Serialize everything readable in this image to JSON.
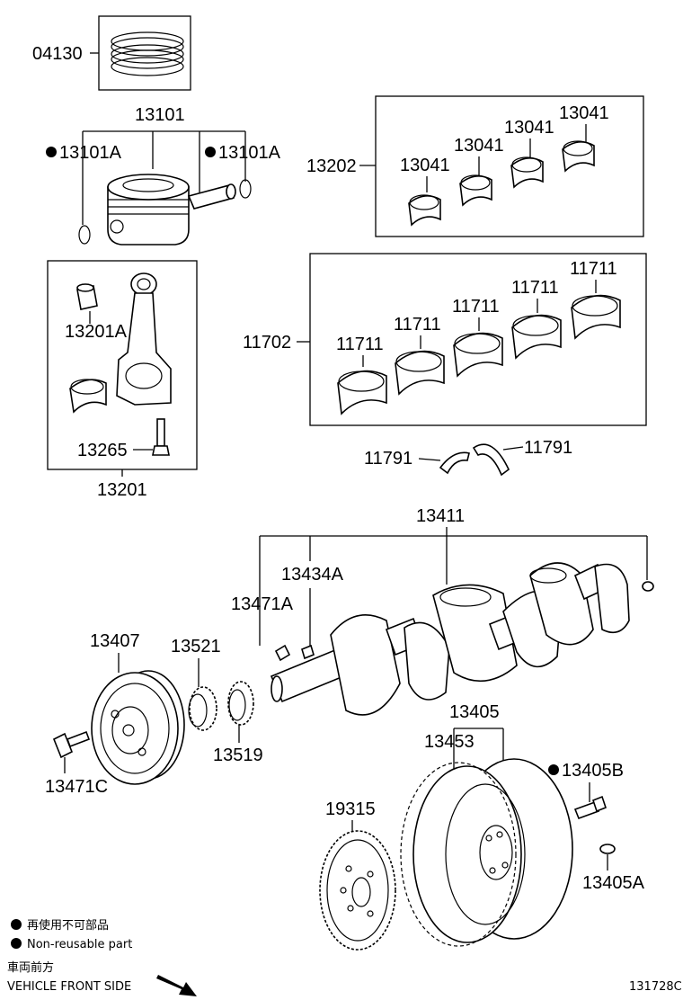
{
  "labels": {
    "rings_set": "04130",
    "piston_sub": "13101",
    "snap_ring_left": "13101A",
    "snap_ring_right": "13101A",
    "conrod_bearing_set": "13202",
    "conrod_bearing_a": "13041",
    "conrod_bearing_b": "13041",
    "conrod_bearing_c": "13041",
    "conrod_bearing_d": "13041",
    "conrod_bushing": "13201A",
    "conrod_bolt": "13265",
    "conrod_sub": "13201",
    "main_bearing_set": "11702",
    "main_bearing_a": "11711",
    "main_bearing_b": "11711",
    "main_bearing_c": "11711",
    "main_bearing_d": "11711",
    "main_bearing_e": "11711",
    "thrust_washer_left": "11791",
    "thrust_washer_right": "11791",
    "crankshaft": "13411",
    "crank_pin_key": "13434A",
    "crank_key": "13471A",
    "pulley": "13407",
    "timing_gear": "13521",
    "gear_spacer": "13519",
    "pulley_bolt": "13471C",
    "flywheel_sub": "13405",
    "ring_gear": "13453",
    "flywheel_bolt": "13405B",
    "flywheel_pin": "13405A",
    "drive_plate": "19315"
  },
  "legend": {
    "jp": "再使用不可部品",
    "en": "Non-reusable part"
  },
  "direction": {
    "jp": "車両前方",
    "en": "VEHICLE FRONT SIDE"
  },
  "diagram_code": "131728C"
}
